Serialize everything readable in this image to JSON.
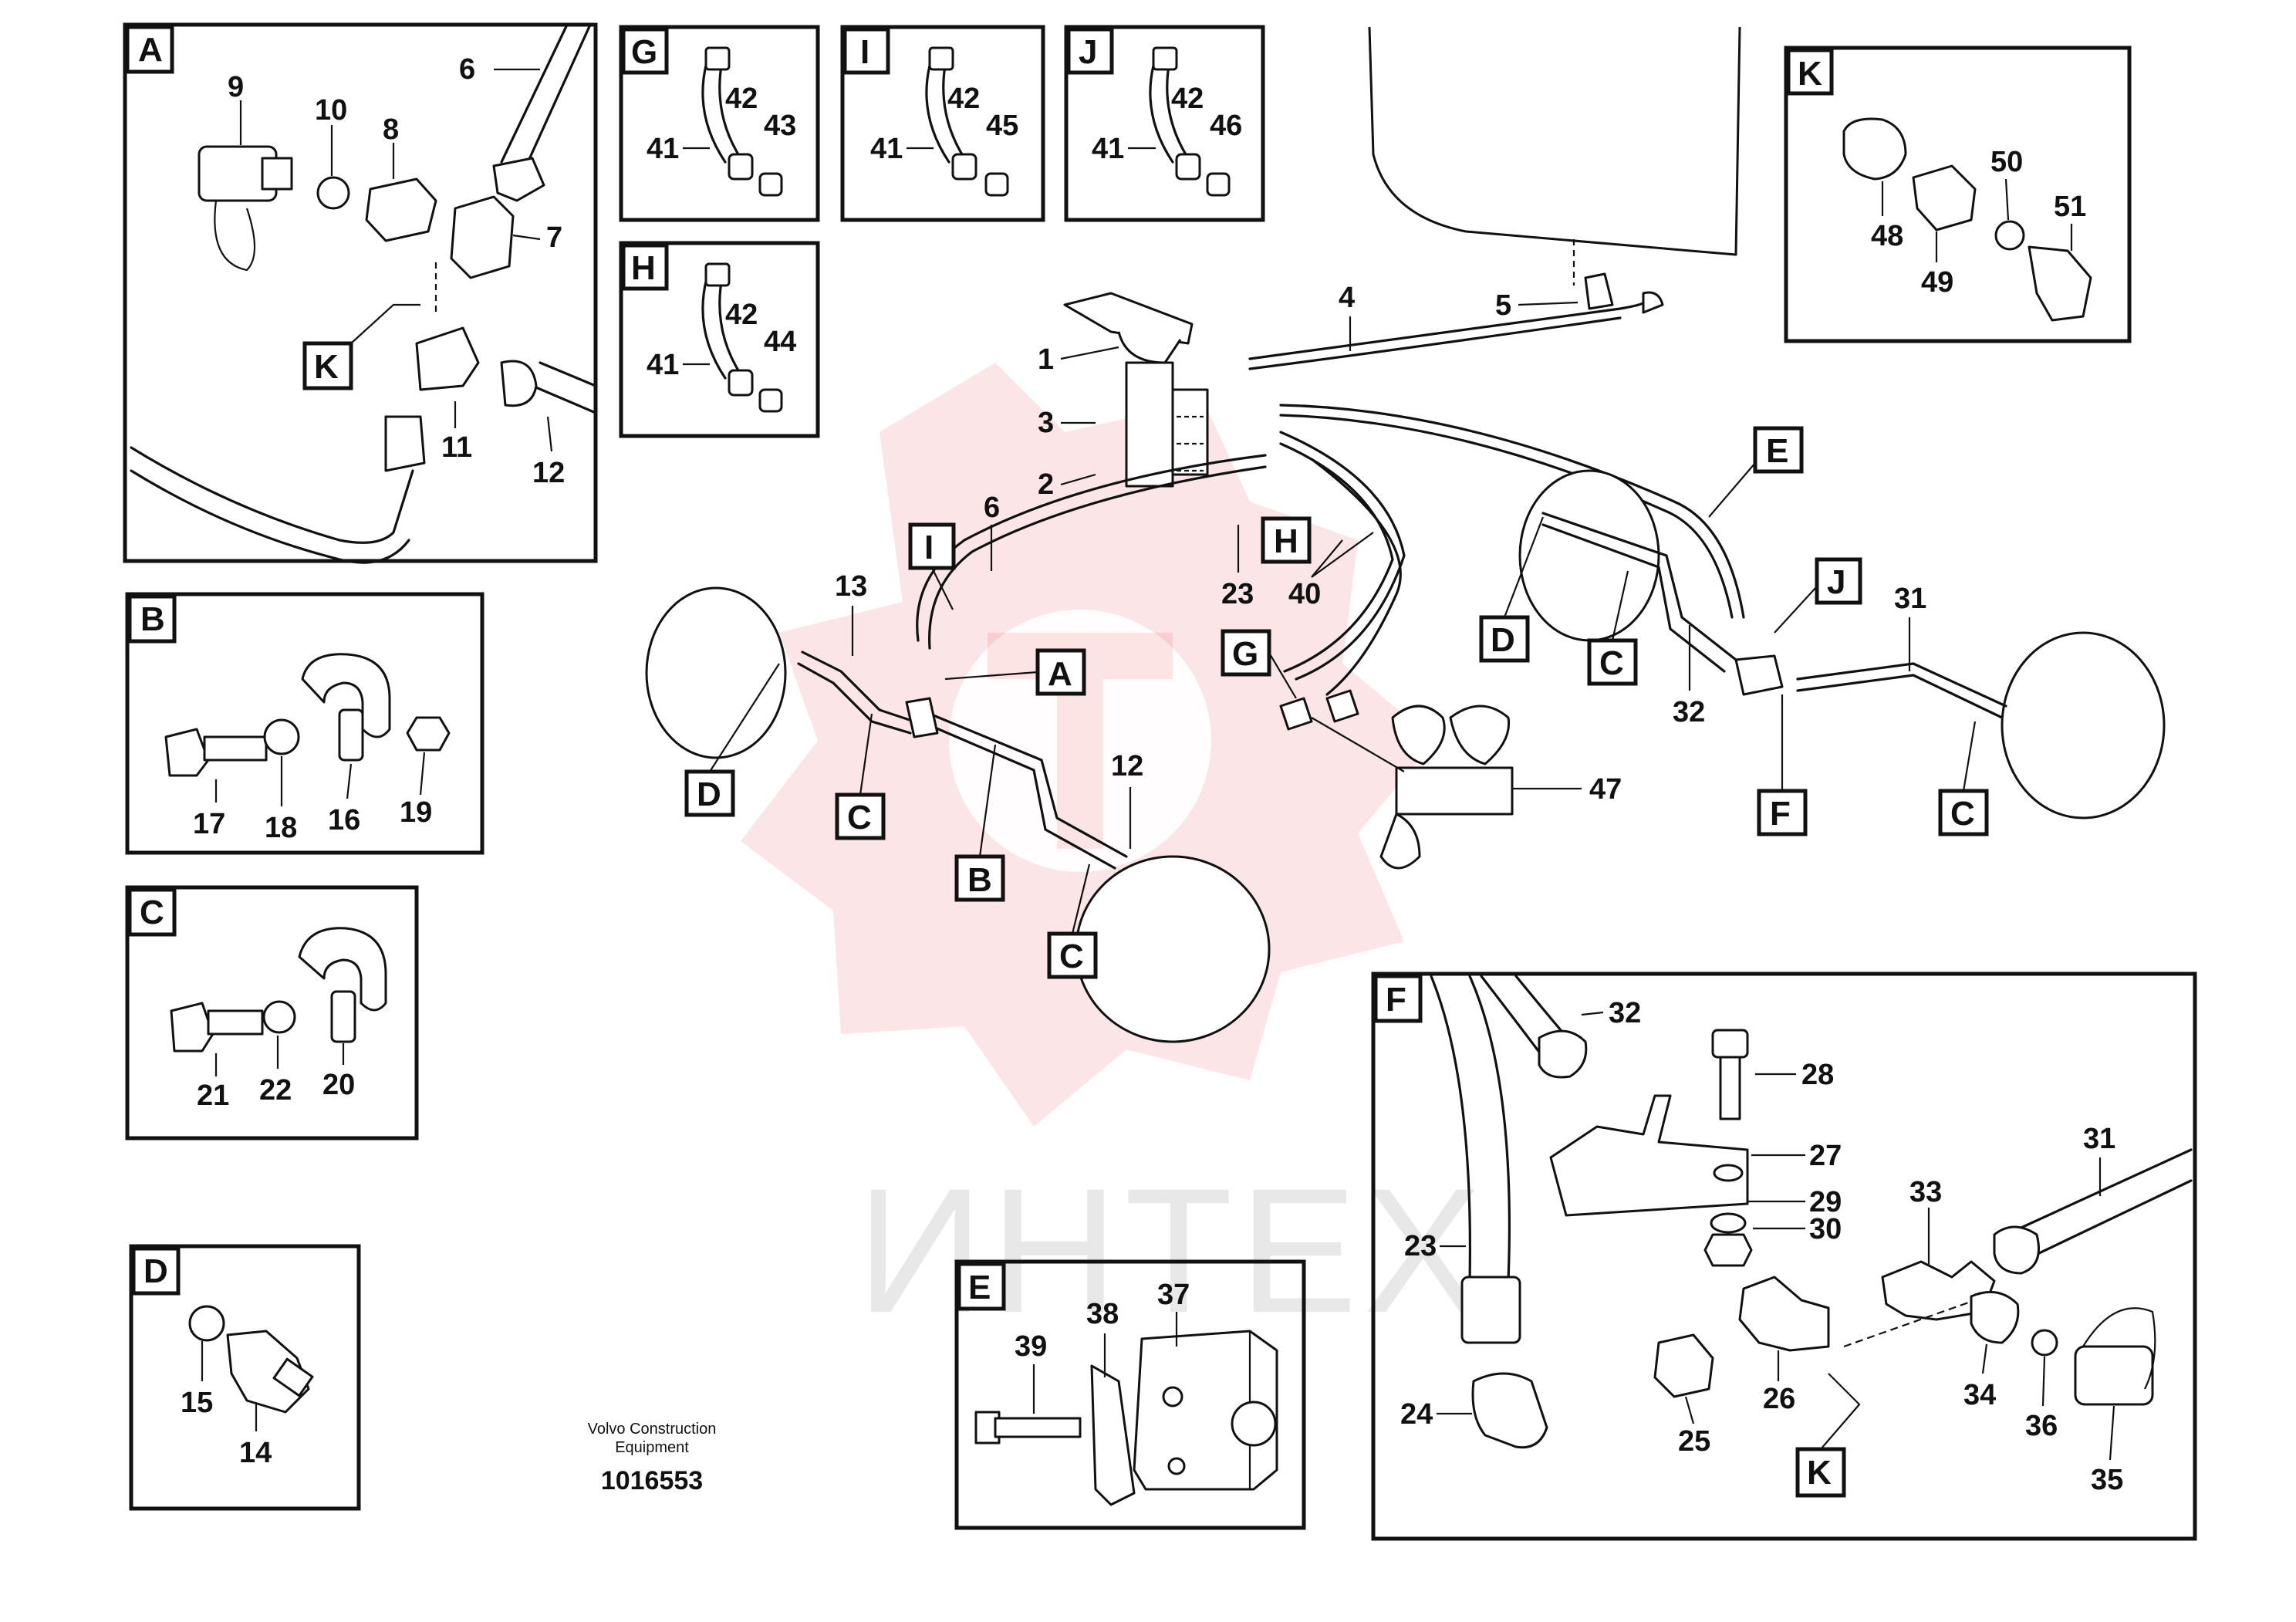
{
  "watermark": {
    "text": "ИНТЕХ"
  },
  "caption": {
    "line1": "Volvo Construction",
    "line2": "Equipment",
    "code": "1016553"
  },
  "panels": [
    {
      "letter": "A",
      "labels": [
        "9",
        "10",
        "8",
        "6",
        "7",
        "K",
        "11",
        "12"
      ]
    },
    {
      "letter": "B",
      "labels": [
        "17",
        "18",
        "16",
        "19"
      ]
    },
    {
      "letter": "C",
      "labels": [
        "21",
        "22",
        "20"
      ]
    },
    {
      "letter": "D",
      "labels": [
        "15",
        "14"
      ]
    },
    {
      "letter": "G",
      "labels": [
        "42",
        "43",
        "41"
      ]
    },
    {
      "letter": "I",
      "labels": [
        "42",
        "45",
        "41"
      ]
    },
    {
      "letter": "J",
      "labels": [
        "42",
        "46",
        "41"
      ]
    },
    {
      "letter": "H",
      "labels": [
        "42",
        "44",
        "41"
      ]
    },
    {
      "letter": "K",
      "labels": [
        "48",
        "49",
        "50",
        "51"
      ]
    },
    {
      "letter": "E",
      "labels": [
        "39",
        "38",
        "37"
      ]
    },
    {
      "letter": "F",
      "labels": [
        "32",
        "28",
        "27",
        "29",
        "30",
        "33",
        "31",
        "23",
        "24",
        "25",
        "26",
        "34",
        "36",
        "35",
        "K"
      ]
    }
  ],
  "main": {
    "labels": [
      "1",
      "3",
      "2",
      "4",
      "5",
      "6",
      "13",
      "23",
      "40",
      "12",
      "31",
      "32",
      "47"
    ],
    "boxed": [
      "I",
      "A",
      "H",
      "G",
      "D",
      "C",
      "B",
      "C",
      "E",
      "J",
      "D",
      "C",
      "F",
      "C"
    ]
  }
}
